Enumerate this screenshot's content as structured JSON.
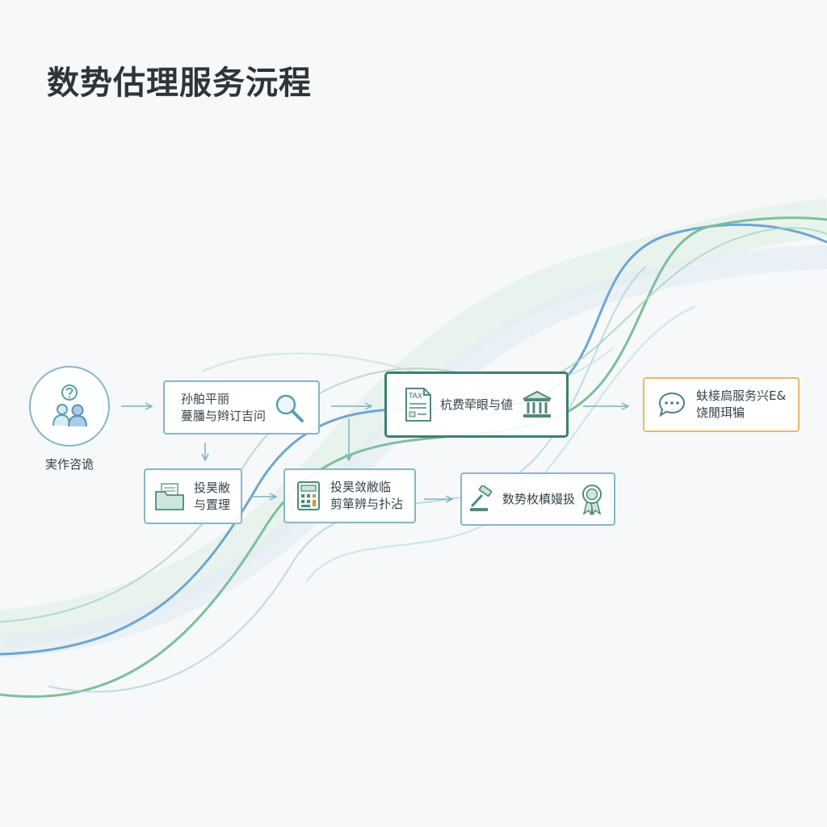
{
  "title": "数势估理服务沅程",
  "nodes": {
    "consult": {
      "label": "実作咨诡",
      "icon": "people-question-icon"
    },
    "research": {
      "lines": [
        "孙舶平丽",
        "蔓膰与辫订吉问"
      ],
      "icon": "magnifier-icon"
    },
    "collect": {
      "lines": [
        "投昊敝",
        "与置理"
      ],
      "icon": "folder-documents-icon"
    },
    "calc": {
      "lines": [
        "投昊敛敝临",
        "剪箪辨与扑沾"
      ],
      "icon": "calculator-icon"
    },
    "tax": {
      "text": "杭费荦眼与値",
      "tax_tag": "TAX",
      "icon": "tax-document-icon",
      "icon2": "bank-building-icon"
    },
    "report": {
      "text": "数势枚槙嫚扱",
      "icon": "gavel-icon",
      "icon2": "award-badge-icon"
    },
    "advice": {
      "lines": [
        "蚨椄扃服务兴E&",
        "饶閒珥犏"
      ],
      "icon": "speech-bubble-icon"
    }
  },
  "colors": {
    "blue": "#86b7c6",
    "green": "#3f7f70",
    "orange": "#e8b96a",
    "wave_blue": "#6fa6d2",
    "wave_green": "#7cbf9a"
  }
}
